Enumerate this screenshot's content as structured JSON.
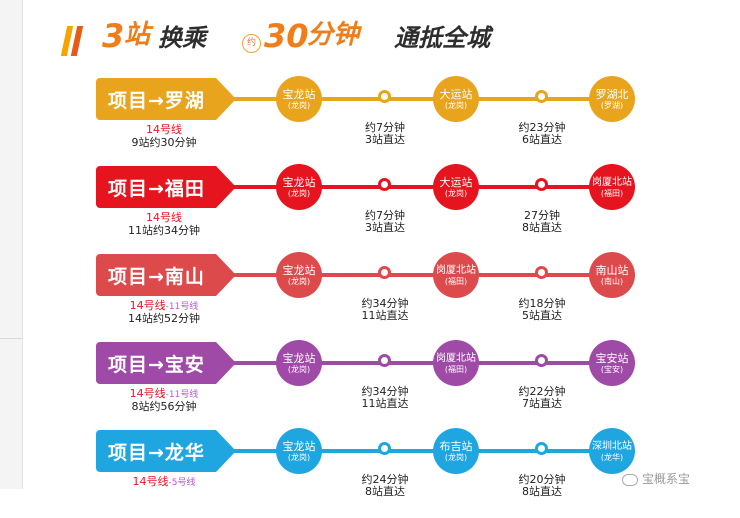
{
  "header": {
    "num1": "3",
    "text1": "站",
    "text2": "换乘",
    "approx": "约",
    "num2": "30",
    "text3": "分钟",
    "text4": "通抵全城"
  },
  "routes": [
    {
      "dest": "项目→罗湖",
      "color": "#e9a41d",
      "line_main": "14号线",
      "line_extra": "",
      "summary": "9站约30分钟",
      "stations": [
        {
          "name": "宝龙站",
          "district": "(龙岗)"
        },
        {
          "name": "大运站",
          "district": "(龙岗)"
        },
        {
          "name": "罗湖北",
          "district": "(罗湖)"
        }
      ],
      "segments": [
        {
          "time": "约7分钟",
          "stops": "3站直达"
        },
        {
          "time": "约23分钟",
          "stops": "6站直达"
        }
      ]
    },
    {
      "dest": "项目→福田",
      "color": "#e5141e",
      "line_main": "14号线",
      "line_extra": "",
      "summary": "11站约34分钟",
      "stations": [
        {
          "name": "宝龙站",
          "district": "(龙岗)"
        },
        {
          "name": "大运站",
          "district": "(龙岗)"
        },
        {
          "name": "岗厦北站",
          "district": "(福田)"
        }
      ],
      "segments": [
        {
          "time": "约7分钟",
          "stops": "3站直达"
        },
        {
          "time": "27分钟",
          "stops": "8站直达"
        }
      ]
    },
    {
      "dest": "项目→南山",
      "color": "#dd4a4c",
      "line_main": "14号线",
      "line_extra": "-11号线",
      "summary": "14站约52分钟",
      "stations": [
        {
          "name": "宝龙站",
          "district": "(龙岗)"
        },
        {
          "name": "岗厦北站",
          "district": "(福田)"
        },
        {
          "name": "南山站",
          "district": "(南山)"
        }
      ],
      "segments": [
        {
          "time": "约34分钟",
          "stops": "11站直达"
        },
        {
          "time": "约18分钟",
          "stops": "5站直达"
        }
      ]
    },
    {
      "dest": "项目→宝安",
      "color": "#9e4aa6",
      "line_main": "14号线",
      "line_extra": "-11号线",
      "summary": "8站约56分钟",
      "stations": [
        {
          "name": "宝龙站",
          "district": "(龙岗)"
        },
        {
          "name": "岗厦北站",
          "district": "(福田)"
        },
        {
          "name": "宝安站",
          "district": "(宝安)"
        }
      ],
      "segments": [
        {
          "time": "约34分钟",
          "stops": "11站直达"
        },
        {
          "time": "约22分钟",
          "stops": "7站直达"
        }
      ]
    },
    {
      "dest": "项目→龙华",
      "color": "#1fa6e0",
      "line_main": "14号线",
      "line_extra": "-5号线",
      "summary": "",
      "stations": [
        {
          "name": "宝龙站",
          "district": "(龙岗)"
        },
        {
          "name": "布吉站",
          "district": "(龙岗)"
        },
        {
          "name": "深圳北站",
          "district": "(龙华)"
        }
      ],
      "segments": [
        {
          "time": "约24分钟",
          "stops": "8站直达"
        },
        {
          "time": "约20分钟",
          "stops": "8站直达"
        }
      ]
    }
  ],
  "watermark": "宝概系宝"
}
